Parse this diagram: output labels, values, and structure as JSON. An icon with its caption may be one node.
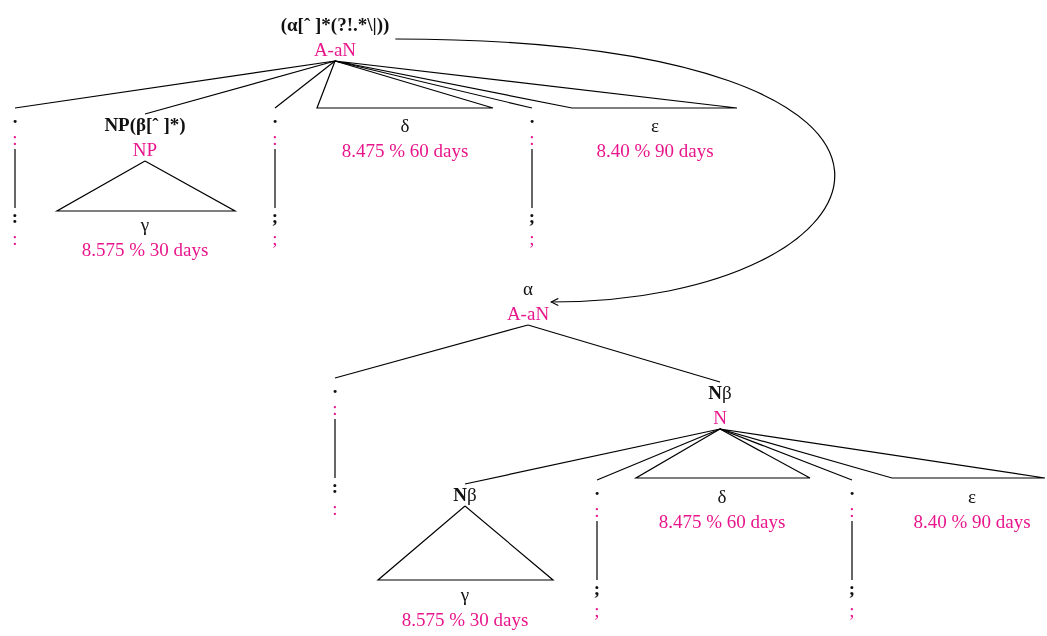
{
  "diagram": {
    "nodes": [
      {
        "text": [
          "(α[ˆ ]*(?!.*\\|))",
          "A-aN"
        ]
      },
      {
        "text": [
          ".",
          ":"
        ]
      },
      {
        "text": [
          ":",
          ":"
        ]
      },
      {
        "text": [
          "NP(β[ˆ ]*)",
          "NP"
        ]
      },
      {
        "text": [
          "γ",
          "8.575 % 30 days"
        ]
      },
      {
        "text": [
          ".",
          ":"
        ]
      },
      {
        "text": [
          ";",
          ";"
        ]
      },
      {
        "text": [
          "δ",
          "8.475 % 60 days"
        ]
      },
      {
        "text": [
          ".",
          ":"
        ]
      },
      {
        "text": [
          ";",
          ";"
        ]
      },
      {
        "text": [
          "ε",
          "8.40 % 90 days"
        ]
      },
      {
        "text": [
          "α",
          "A-aN"
        ]
      },
      {
        "text": [
          ".",
          ":"
        ]
      },
      {
        "text": [
          ":",
          ":"
        ]
      },
      {
        "text": [
          "**N**β",
          "N"
        ]
      },
      {
        "text": [
          "**N**β"
        ]
      },
      {
        "text": [
          "γ",
          "8.575 % 30 days"
        ]
      },
      {
        "text": [
          ".",
          ":"
        ]
      },
      {
        "text": [
          ";",
          ";"
        ]
      },
      {
        "text": [
          "δ",
          "8.475 % 60 days"
        ]
      },
      {
        "text": [
          ".",
          ":"
        ]
      },
      {
        "text": [
          ";",
          ";"
        ]
      },
      {
        "text": [
          "ε",
          "8.40 % 90 days"
        ]
      }
    ],
    "edges": [
      {
        "from": 0,
        "to": 1,
        "arrow": "none"
      },
      {
        "from": 0,
        "to": 3,
        "arrow": "none"
      },
      {
        "from": 0,
        "to": 5,
        "arrow": "none"
      },
      {
        "from": 0,
        "to": 7,
        "arrow": "none"
      },
      {
        "from": 0,
        "to": 8,
        "arrow": "none"
      },
      {
        "from": 0,
        "to": 10,
        "arrow": "none"
      },
      {
        "from": 0,
        "to": 11,
        "arrow": "to"
      },
      {
        "from": 1,
        "to": 2,
        "arrow": "none"
      },
      {
        "from": 3,
        "to": 4,
        "arrow": "none"
      },
      {
        "from": 5,
        "to": 6,
        "arrow": "none"
      },
      {
        "from": 8,
        "to": 9,
        "arrow": "none"
      },
      {
        "from": 11,
        "to": 12,
        "arrow": "none"
      },
      {
        "from": 11,
        "to": 14,
        "arrow": "none"
      },
      {
        "from": 12,
        "to": 13,
        "arrow": "none"
      },
      {
        "from": 14,
        "to": 15,
        "arrow": "none"
      },
      {
        "from": 14,
        "to": 17,
        "arrow": "none"
      },
      {
        "from": 14,
        "to": 19,
        "arrow": "none"
      },
      {
        "from": 14,
        "to": 20,
        "arrow": "none"
      },
      {
        "from": 14,
        "to": 22,
        "arrow": "none"
      },
      {
        "from": 15,
        "to": 16,
        "arrow": "none"
      },
      {
        "from": 17,
        "to": 18,
        "arrow": "none"
      },
      {
        "from": 20,
        "to": 21,
        "arrow": "none"
      }
    ]
  }
}
